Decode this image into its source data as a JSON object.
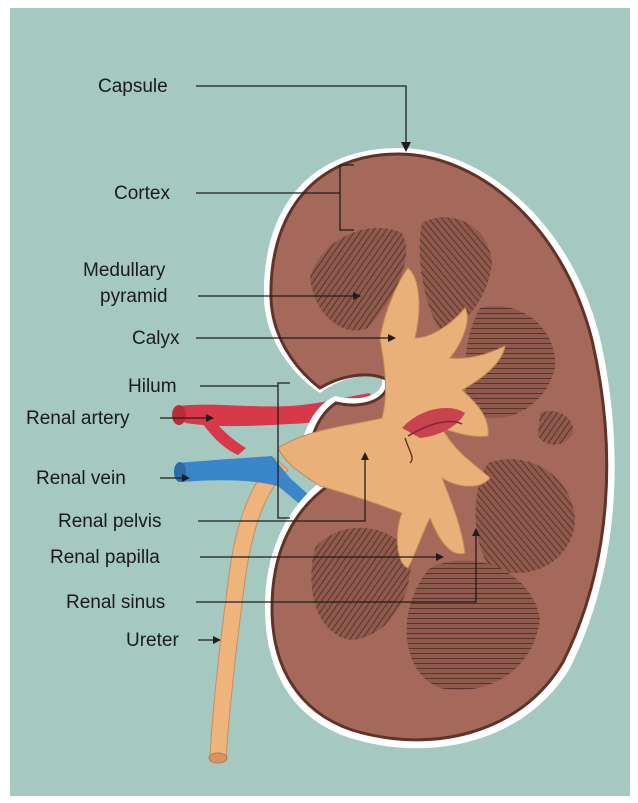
{
  "colors": {
    "background": "#a5c8c1",
    "kidney_outer": "#a4695b",
    "kidney_edge": "#5f3329",
    "capsule_highlight": "#ffffff",
    "pyramid": "#8f594c",
    "pyramid_stripe": "#4a2a24",
    "pelvis": "#e9b07a",
    "artery": "#d8394a",
    "vein": "#3a86c8",
    "ureter": "#efb37c"
  },
  "labels": {
    "capsule": "Capsule",
    "cortex": "Cortex",
    "medullary_line1": "Medullary",
    "medullary_line2": "pyramid",
    "calyx": "Calyx",
    "hilum": "Hilum",
    "renal_artery": "Renal artery",
    "renal_vein": "Renal vein",
    "renal_pelvis": "Renal pelvis",
    "renal_papilla": "Renal papilla",
    "renal_sinus": "Renal sinus",
    "ureter": "Ureter"
  }
}
